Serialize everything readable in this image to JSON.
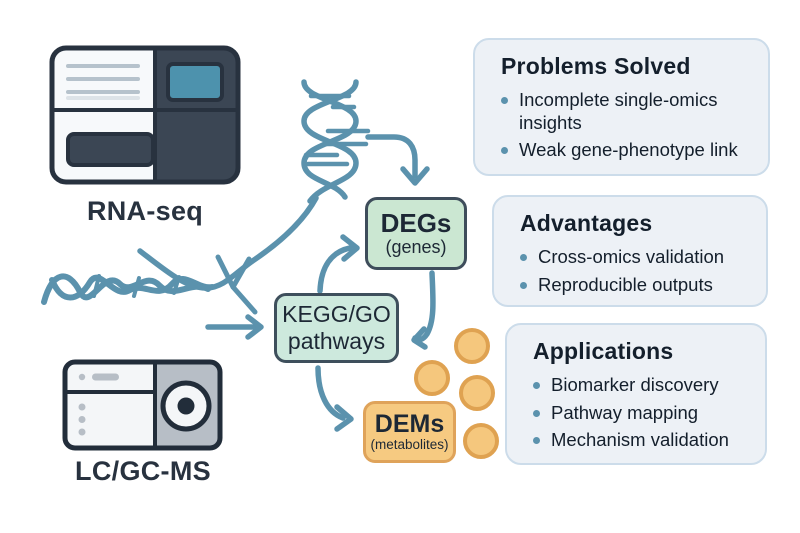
{
  "instruments": {
    "rna_seq": {
      "label": "RNA-seq"
    },
    "lc_gc_ms": {
      "label": "LC/GC-MS"
    }
  },
  "flow": {
    "degs": {
      "title": "DEGs",
      "subtitle": "(genes)"
    },
    "kegg_pathways": {
      "line1": "KEGG/GO",
      "line2": "pathways"
    },
    "dems": {
      "title": "DEMs",
      "subtitle": "(metabolites)"
    }
  },
  "panels": [
    {
      "title": "Problems Solved",
      "bullets": [
        "Incomplete single-omics insights",
        "Weak gene-phenotype link"
      ]
    },
    {
      "title": "Advantages",
      "bullets": [
        "Cross-omics validation",
        "Reproducible outputs"
      ]
    },
    {
      "title": "Applications",
      "bullets": [
        "Biomarker discovery",
        "Pathway mapping",
        "Mechanism validation"
      ]
    }
  ],
  "icons": {
    "sequencer": "rna-sequencer-icon",
    "mass_spectrometer": "mass-spectrometer-icon",
    "dna_helix": "dna-helix-icon",
    "rna_strand": "rna-strand-icon",
    "metabolite_dots": "metabolite-dots-icon",
    "arrows": [
      "strand-to-kegg-arrow",
      "helix-to-degs-arrow",
      "kegg-to-degs-arrow",
      "degs-down-arrow",
      "kegg-to-dems-arrow"
    ]
  },
  "colors": {
    "accent_teal": "#5b92ad",
    "ink_navy": "#1d2835",
    "machine_dark": "#3b4654",
    "screen_teal": "#4d92ad",
    "genes_green": "#cbe7d2",
    "pathway_mint": "#cde9dd",
    "metabolite_orange": "#f6ca81",
    "metabolite_border": "#dfa35a",
    "panel_fill": "#edf1f6",
    "panel_border": "#ccdcea"
  }
}
